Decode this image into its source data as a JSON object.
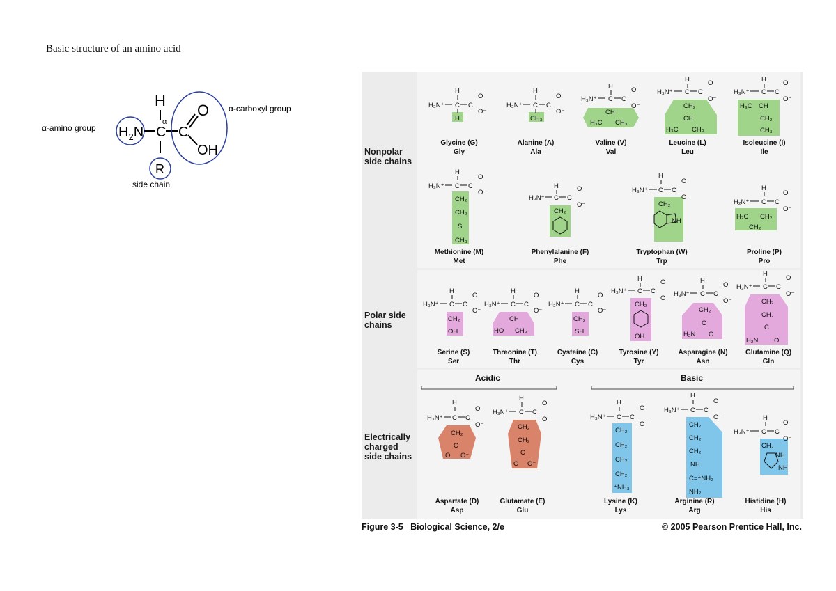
{
  "page": {
    "title": "Basic structure of an amino acid"
  },
  "basic": {
    "H": "H",
    "N": "H2N",
    "C": "C",
    "alpha": "α",
    "O": "O",
    "OH": "OH",
    "R": "R",
    "amino_label": "α-amino group",
    "carboxyl_label": "α-carboxyl group",
    "side_label": "side chain"
  },
  "figure": {
    "bands": {
      "nonpolar": "Nonpolar side chains",
      "polar": "Polar side chains",
      "charged": "Electrically charged side chains"
    },
    "groups": {
      "acidic": "Acidic",
      "basic": "Basic"
    },
    "nonpolar_row1": [
      {
        "name": "Glycine (G)",
        "abbr": "Gly"
      },
      {
        "name": "Alanine (A)",
        "abbr": "Ala"
      },
      {
        "name": "Valine (V)",
        "abbr": "Val"
      },
      {
        "name": "Leucine (L)",
        "abbr": "Leu"
      },
      {
        "name": "Isoleucine (I)",
        "abbr": "Ile"
      }
    ],
    "nonpolar_row2": [
      {
        "name": "Methionine (M)",
        "abbr": "Met"
      },
      {
        "name": "Phenylalanine (F)",
        "abbr": "Phe"
      },
      {
        "name": "Tryptophan (W)",
        "abbr": "Trp"
      },
      {
        "name": "Proline (P)",
        "abbr": "Pro"
      }
    ],
    "polar": [
      {
        "name": "Serine (S)",
        "abbr": "Ser"
      },
      {
        "name": "Threonine (T)",
        "abbr": "Thr"
      },
      {
        "name": "Cysteine (C)",
        "abbr": "Cys"
      },
      {
        "name": "Tyrosine (Y)",
        "abbr": "Tyr"
      },
      {
        "name": "Asparagine (N)",
        "abbr": "Asn"
      },
      {
        "name": "Glutamine (Q)",
        "abbr": "Gln"
      }
    ],
    "charged": [
      {
        "name": "Aspartate (D)",
        "abbr": "Asp"
      },
      {
        "name": "Glutamate (E)",
        "abbr": "Glu"
      },
      {
        "name": "Lysine (K)",
        "abbr": "Lys"
      },
      {
        "name": "Arginine (R)",
        "abbr": "Arg"
      },
      {
        "name": "Histidine (H)",
        "abbr": "His"
      }
    ],
    "caption_left": "Figure 3-5   Biological Science, 2/e",
    "caption_right": "© 2005 Pearson Prentice Hall, Inc.",
    "colors": {
      "nonpolar": "#9fd48a",
      "polar": "#e3a9dc",
      "acidic": "#d9846a",
      "basic": "#7fc6ea",
      "background": "#ececec"
    }
  }
}
